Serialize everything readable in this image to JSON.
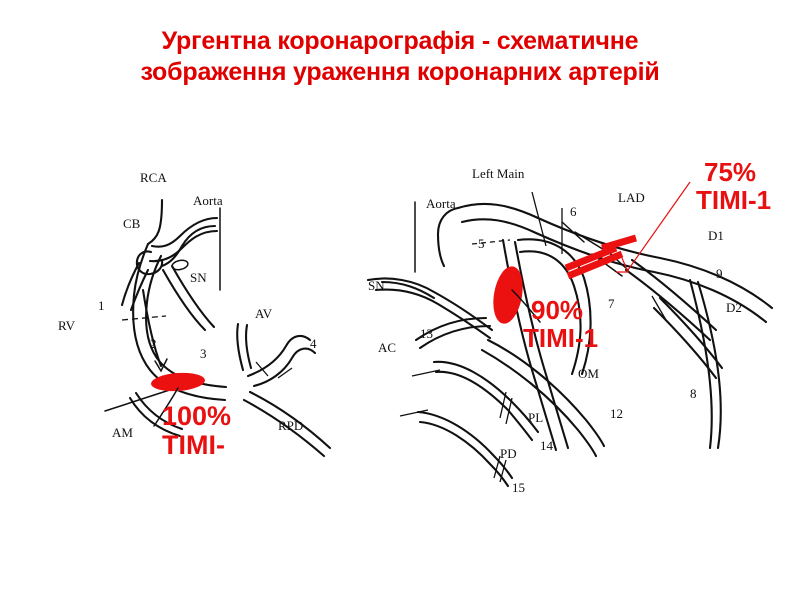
{
  "slide": {
    "background_color": "#ffffff",
    "title": {
      "line1": "Ургентна коронарографія - схематичне",
      "line2": "зображення ураження коронарних артерій",
      "color": "#e00000"
    }
  },
  "annotations": {
    "accent_color": "#e81010",
    "rca_lesion": {
      "percent": "100%",
      "timi": "TIMI-"
    },
    "lcx_lesion": {
      "percent": "90%",
      "timi": "TIMI-1"
    },
    "lad_lesion": {
      "percent": "75%",
      "timi": "TIMI-1"
    }
  },
  "diagrams": [
    {
      "name": "right-coronary-artery",
      "title": "RCA",
      "labels": [
        "RCA",
        "Aorta",
        "CB",
        "SN",
        "RV",
        "AV",
        "AM",
        "RPD"
      ],
      "segments": [
        "1",
        "2",
        "3",
        "4"
      ]
    },
    {
      "name": "left-coronary-artery",
      "title": "Left Main",
      "labels": [
        "Left Main",
        "Aorta",
        "SN",
        "AC",
        "LAD",
        "D1",
        "D2",
        "OM",
        "PL",
        "PD"
      ],
      "segments": [
        "5",
        "6",
        "7",
        "8",
        "9",
        "12",
        "13",
        "14",
        "15"
      ]
    }
  ],
  "rca_diagram": {
    "label_rca": "RCA",
    "label_aorta": "Aorta",
    "label_cb": "CB",
    "label_sn": "SN",
    "label_rv": "RV",
    "label_av": "AV",
    "label_am": "AM",
    "label_rpd": "RPD",
    "seg_1": "1",
    "seg_2": "2",
    "seg_3": "3",
    "seg_4": "4"
  },
  "left_diagram": {
    "label_left_main": "Left Main",
    "label_aorta": "Aorta",
    "label_sn": "SN",
    "label_ac": "AC",
    "label_lad": "LAD",
    "label_d1": "D1",
    "label_d2": "D2",
    "label_om": "OM",
    "label_pl": "PL",
    "label_pd": "PD",
    "seg_5": "5",
    "seg_6": "6",
    "seg_7": "7",
    "seg_8": "8",
    "seg_9": "9",
    "seg_12": "12",
    "seg_13": "13",
    "seg_14": "14",
    "seg_15": "15"
  }
}
